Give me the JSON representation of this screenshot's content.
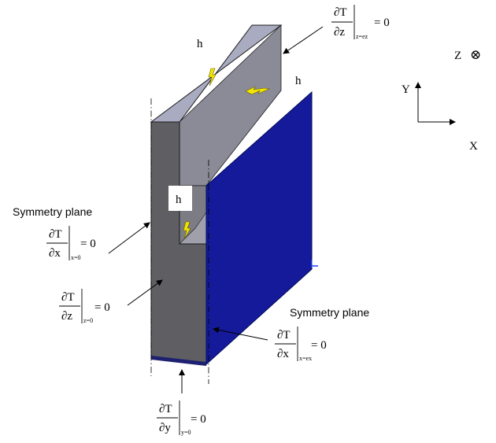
{
  "colors": {
    "top_face": "#a9abc0",
    "front_face": "#5f5f63",
    "inner_face": "#7c7d84",
    "blue_plate": "#141a9a",
    "bolt": "#f3e700",
    "outline": "#1b1b1b"
  },
  "labels": {
    "h_top": "h",
    "h_right": "h",
    "h_box": "h",
    "symmetry_left": "Symmetry plane",
    "symmetry_right": "Symmetry plane"
  },
  "axes": {
    "z_label": "Z",
    "z_symbol": "⊗",
    "y_label": "Y",
    "x_label": "X"
  },
  "bc": {
    "partial": "∂T",
    "eq_zero": "= 0",
    "top": {
      "den": "∂z",
      "sub": "z=ez"
    },
    "left_x": {
      "den": "∂x",
      "sub": "x=0"
    },
    "left_z": {
      "den": "∂z",
      "sub": "z=0"
    },
    "right_x": {
      "den": "∂x",
      "sub": "x=ex"
    },
    "bottom_y": {
      "den": "∂y",
      "sub": "y=0"
    }
  },
  "icons": [
    "lightning-bolt-icon",
    "lightning-bolt-icon",
    "lightning-bolt-icon"
  ]
}
